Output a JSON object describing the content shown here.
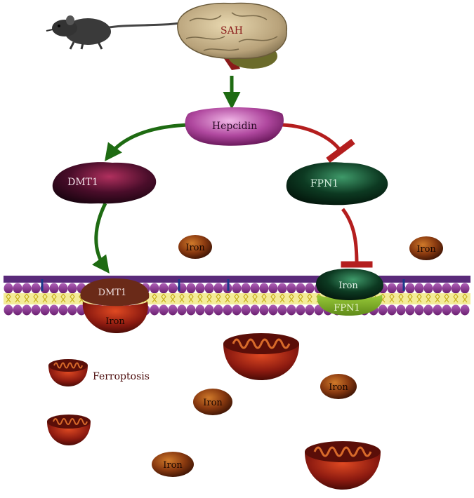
{
  "labels": {
    "brain": "SAH",
    "hepcidin": "Hepcidin",
    "dmt1_top": "DMT1",
    "fpn1_top": "FPN1",
    "iron_free_left": "Iron",
    "iron_free_right": "Iron",
    "dmt1_membrane": "DMT1",
    "dmt1_iron": "Iron",
    "fpn1_iron": "Iron",
    "fpn1_membrane": "FPN1",
    "ferroptosis": "Ferroptosis",
    "iron_cyto_1": "Iron",
    "iron_cyto_2": "Iron",
    "iron_cyto_3": "Iron"
  },
  "colors": {
    "activation_arrow": "#1e6b12",
    "inhibition_arrow": "#b41e1e",
    "hepcidin": "#b0489f",
    "dmt1": "#4a0d2a",
    "fpn1": "#0d3a22",
    "iron": "#8a3a10",
    "membrane": "#5a2a7a",
    "lipid_tails": "#e6d23a",
    "mitochondria": "#8c1a10"
  },
  "icons": [
    "rat-icon",
    "brain-icon",
    "mitochondrion-icon"
  ]
}
